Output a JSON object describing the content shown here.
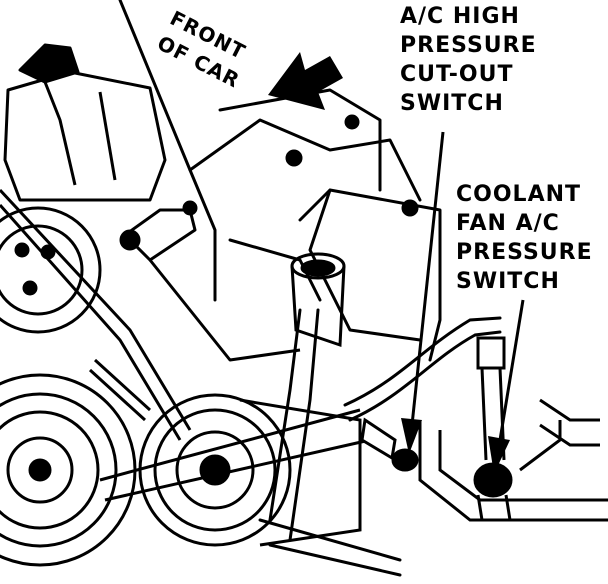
{
  "orientation": {
    "line1": "FRONT",
    "line2": "OF CAR"
  },
  "callouts": [
    {
      "id": "ac-high-pressure-cutout-switch",
      "lines": [
        "A/C HIGH",
        "PRESSURE",
        "CUT-OUT",
        "SWITCH"
      ]
    },
    {
      "id": "coolant-fan-ac-pressure-switch",
      "lines": [
        "COOLANT",
        "FAN A/C",
        "PRESSURE",
        "SWITCH"
      ]
    }
  ],
  "colors": {
    "ink": "#000000",
    "paper": "#ffffff"
  }
}
